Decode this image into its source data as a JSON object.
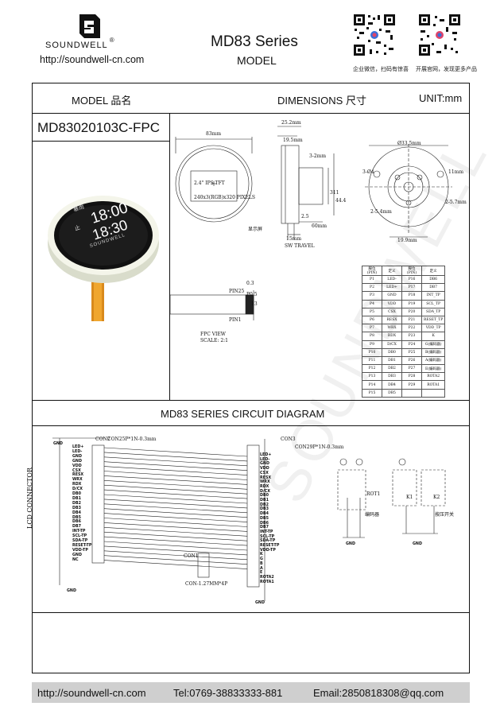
{
  "header": {
    "brand_name": "SOUNDWELL",
    "brand_mark": "®",
    "brand_url": "http://soundwell-cn.com",
    "series": "MD83  Series",
    "model": "MODEL",
    "qr_left_caption": "企业微信，扫码有惊喜",
    "qr_right_caption": "开展官网，发现更多产品"
  },
  "spec_header": {
    "model_label": "MODEL 品名",
    "dimensions_label": "DIMENSIONS 尺寸",
    "unit_label": "UNIT:mm"
  },
  "part_number": "MD83020103C-FPC",
  "product_image": {
    "display_line1": "18:00",
    "display_line2": "18:30",
    "display_small1": "暴雨",
    "display_small2": "止",
    "display_brand": "SOUNDWELL"
  },
  "drawing": {
    "dim_83": "83mm",
    "dim_25_2": "25.2mm",
    "dim_19_5": "19.5mm",
    "dim_3_2": "3-2mm",
    "dim_311": "311",
    "dim_444": "44.4",
    "dim_2_5": "2.5",
    "dim_60": "60mm",
    "dim_15": "15mm",
    "dim_33_5": "Ø33.5mm",
    "dim_3_04": "3-Ø4",
    "dim_2_54": "2-5.4mm",
    "dim_2_57": "2-5.7mm",
    "dim_11": "11mm",
    "dim_19_9": "19.9mm",
    "lcd_label1": "2.4\" IPS TFT",
    "lcd_label2": "240x3(RGB)x320 PIXELS",
    "lcd_label3": "显示屏",
    "sw_travel": "SW TRAVEL",
    "fpc_view": "FPC VIEW",
    "fpc_scale": "SCALE: 2:1",
    "fpc_pin25": "PIN25",
    "fpc_pin1": "PIN1",
    "fpc_dim1": "0.3",
    "fpc_dim2": "P0.5",
    "fpc_dim3": "13"
  },
  "pin_table": {
    "headers": [
      "脚位(PIN)",
      "定义",
      "脚位(PIN)",
      "定义"
    ],
    "rows": [
      [
        "P1",
        "LED-",
        "P16",
        "DB6"
      ],
      [
        "P2",
        "LED+",
        "P17",
        "DB7"
      ],
      [
        "P3",
        "GND",
        "P18",
        "INT_TP"
      ],
      [
        "P4",
        "VDD",
        "P19",
        "SCL_TP"
      ],
      [
        "P5",
        "CSX",
        "P20",
        "SDA_TP"
      ],
      [
        "P6",
        "RESX",
        "P21",
        "RESET_TP"
      ],
      [
        "P7",
        "WRX",
        "P22",
        "VDD_TP"
      ],
      [
        "P8",
        "RDX",
        "P23",
        "K"
      ],
      [
        "P9",
        "D/CX",
        "P24",
        "G(编码器)"
      ],
      [
        "P10",
        "DB0",
        "P25",
        "B(编码器)"
      ],
      [
        "P11",
        "DB1",
        "P26",
        "A(编码器)"
      ],
      [
        "P12",
        "DB2",
        "P27",
        "E(编码器)"
      ],
      [
        "P13",
        "DB3",
        "P28",
        "ROTA2"
      ],
      [
        "P14",
        "DB4",
        "P29",
        "ROTA1"
      ],
      [
        "P15",
        "DB5",
        "",
        ""
      ]
    ]
  },
  "circuit": {
    "title": "MD83 SERIES CIRCUIT DIAGRAM",
    "con2_label": "CON2",
    "con2_spec": "CON25P*1N-0.3mm",
    "con3_label": "CON3",
    "con3_spec": "CON29P*1N-0.3mm",
    "lcd_connector": "LCD CONNECTOR",
    "con1_label": "CON1",
    "con1_spec": "CON-1.27MM*4P",
    "gnd": "GND",
    "rot1": "ROT1",
    "encoder_label": "编码器",
    "k1": "K1",
    "k2": "K2",
    "switch_label": "按压开关",
    "left_pins": [
      "LED+",
      "LED-",
      "GND",
      "GND",
      "VDD",
      "CSX",
      "RESX",
      "WRX",
      "RDX",
      "D/CX",
      "DB0",
      "DB1",
      "DB2",
      "DB3",
      "DB4",
      "DB5",
      "DB6",
      "DB7",
      "INT-TP",
      "SCL-TP",
      "SDA-TP",
      "RESET-TP",
      "VDD-TP",
      "GND",
      "NC"
    ],
    "right_pins": [
      "LED+",
      "LED-",
      "GND",
      "VDD",
      "CSX",
      "RESX",
      "WRX",
      "RDX",
      "D/CX",
      "DB0",
      "DB1",
      "DB2",
      "DB3",
      "DB4",
      "DB5",
      "DB6",
      "DB7",
      "INT-TP",
      "SCL-TP",
      "SDA-TP",
      "RESET-TP",
      "VDD-TP",
      "K",
      "G",
      "B",
      "A",
      "E",
      "ROTA2",
      "ROTA1"
    ]
  },
  "watermark": "SOUNDWELL",
  "footer": {
    "url": "http://soundwell-cn.com",
    "tel": "Tel:0769-38833333-881",
    "email": "Email:2850818308@qq.com"
  }
}
